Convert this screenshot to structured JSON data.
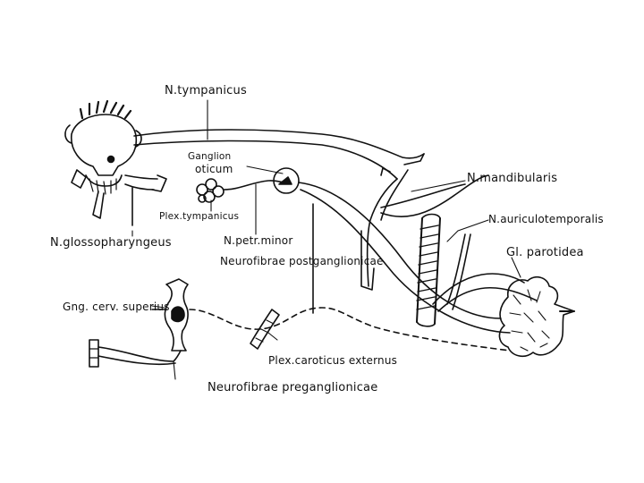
{
  "labels": {
    "tympanicus": "N.tympanicus",
    "ganglion_oticum_1": "Ganglion",
    "ganglion_oticum_2": "oticum",
    "mandibularis": "N.mandibularis",
    "auriculotemporalis": "N.auriculotemporalis",
    "parotidea": "Gl. parotidea",
    "plex_tympanicus": "Plex.tympanicus",
    "glossopharyngeus": "N.glossopharyngeus",
    "petr_minor": "N.petr.minor",
    "postganglionicae": "Neurofibrae postganglionicae",
    "gng_cerv": "Gng. cerv. superius",
    "plex_caroticus": "Plex.caroticus externus",
    "preganglionicae": "Neurofibrae preganglionicae"
  },
  "colors": {
    "ink": "#111111",
    "paper": "#ffffff"
  }
}
